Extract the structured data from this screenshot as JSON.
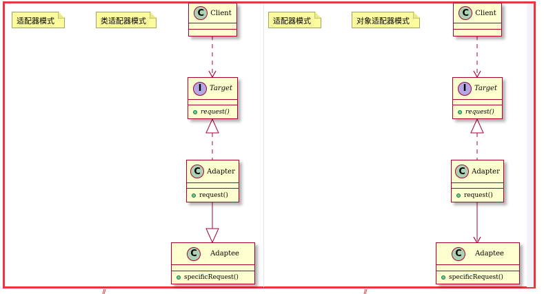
{
  "colors": {
    "frame": "#e8363d",
    "class_border": "#a80036",
    "class_fill": "#fefece",
    "note_fill": "#fbfb9e",
    "class_badge": "#add1b2",
    "interface_badge": "#b4a7e5",
    "public_dot": "#84be84"
  },
  "left": {
    "note_title": "适配器模式",
    "note_subtitle": "类适配器模式",
    "client": {
      "badge": "C",
      "name": "Client"
    },
    "target": {
      "badge": "I",
      "name": "Target",
      "method": "request()"
    },
    "adapter": {
      "badge": "C",
      "name": "Adapter",
      "method": "request()"
    },
    "adaptee": {
      "badge": "C",
      "name": "Adaptee",
      "method": "specificRequest()"
    }
  },
  "right": {
    "note_title": "适配器模式",
    "note_subtitle": "对象适配器模式",
    "client": {
      "badge": "C",
      "name": "Client"
    },
    "target": {
      "badge": "I",
      "name": "Target",
      "method": "request()"
    },
    "adapter": {
      "badge": "C",
      "name": "Adapter",
      "method": "request()"
    },
    "adaptee": {
      "badge": "C",
      "name": "Adaptee",
      "method": "specificRequest()"
    }
  }
}
